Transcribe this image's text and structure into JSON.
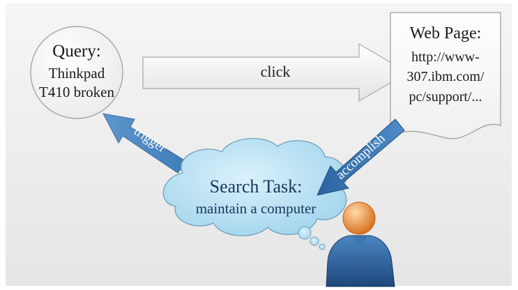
{
  "query": {
    "title": "Query:",
    "lines": [
      "Thinkpad",
      "T410 broken"
    ]
  },
  "web_page": {
    "title": "Web Page:",
    "lines": [
      "http://www-",
      "307.ibm.com/",
      "pc/support/..."
    ]
  },
  "search_task": {
    "title": "Search Task:",
    "subtitle": "maintain a computer"
  },
  "arrows": {
    "click": "click",
    "trigger": "trigger",
    "accomplish": "accomplish"
  },
  "colors": {
    "background": "#ffffff",
    "panel": "#ececec",
    "cloud_fill": "#b7e1f3",
    "cloud_stroke": "#6f9fb8",
    "arrow_fill": "#f4f4f4",
    "arrow_stroke": "#a8a8a8",
    "accomplish_arrow": "#2f6fa8",
    "trigger_arrow": "#5f97cc",
    "person_head": "#e8923a",
    "person_body": "#24568f"
  },
  "icons": {
    "user": "user-icon"
  }
}
